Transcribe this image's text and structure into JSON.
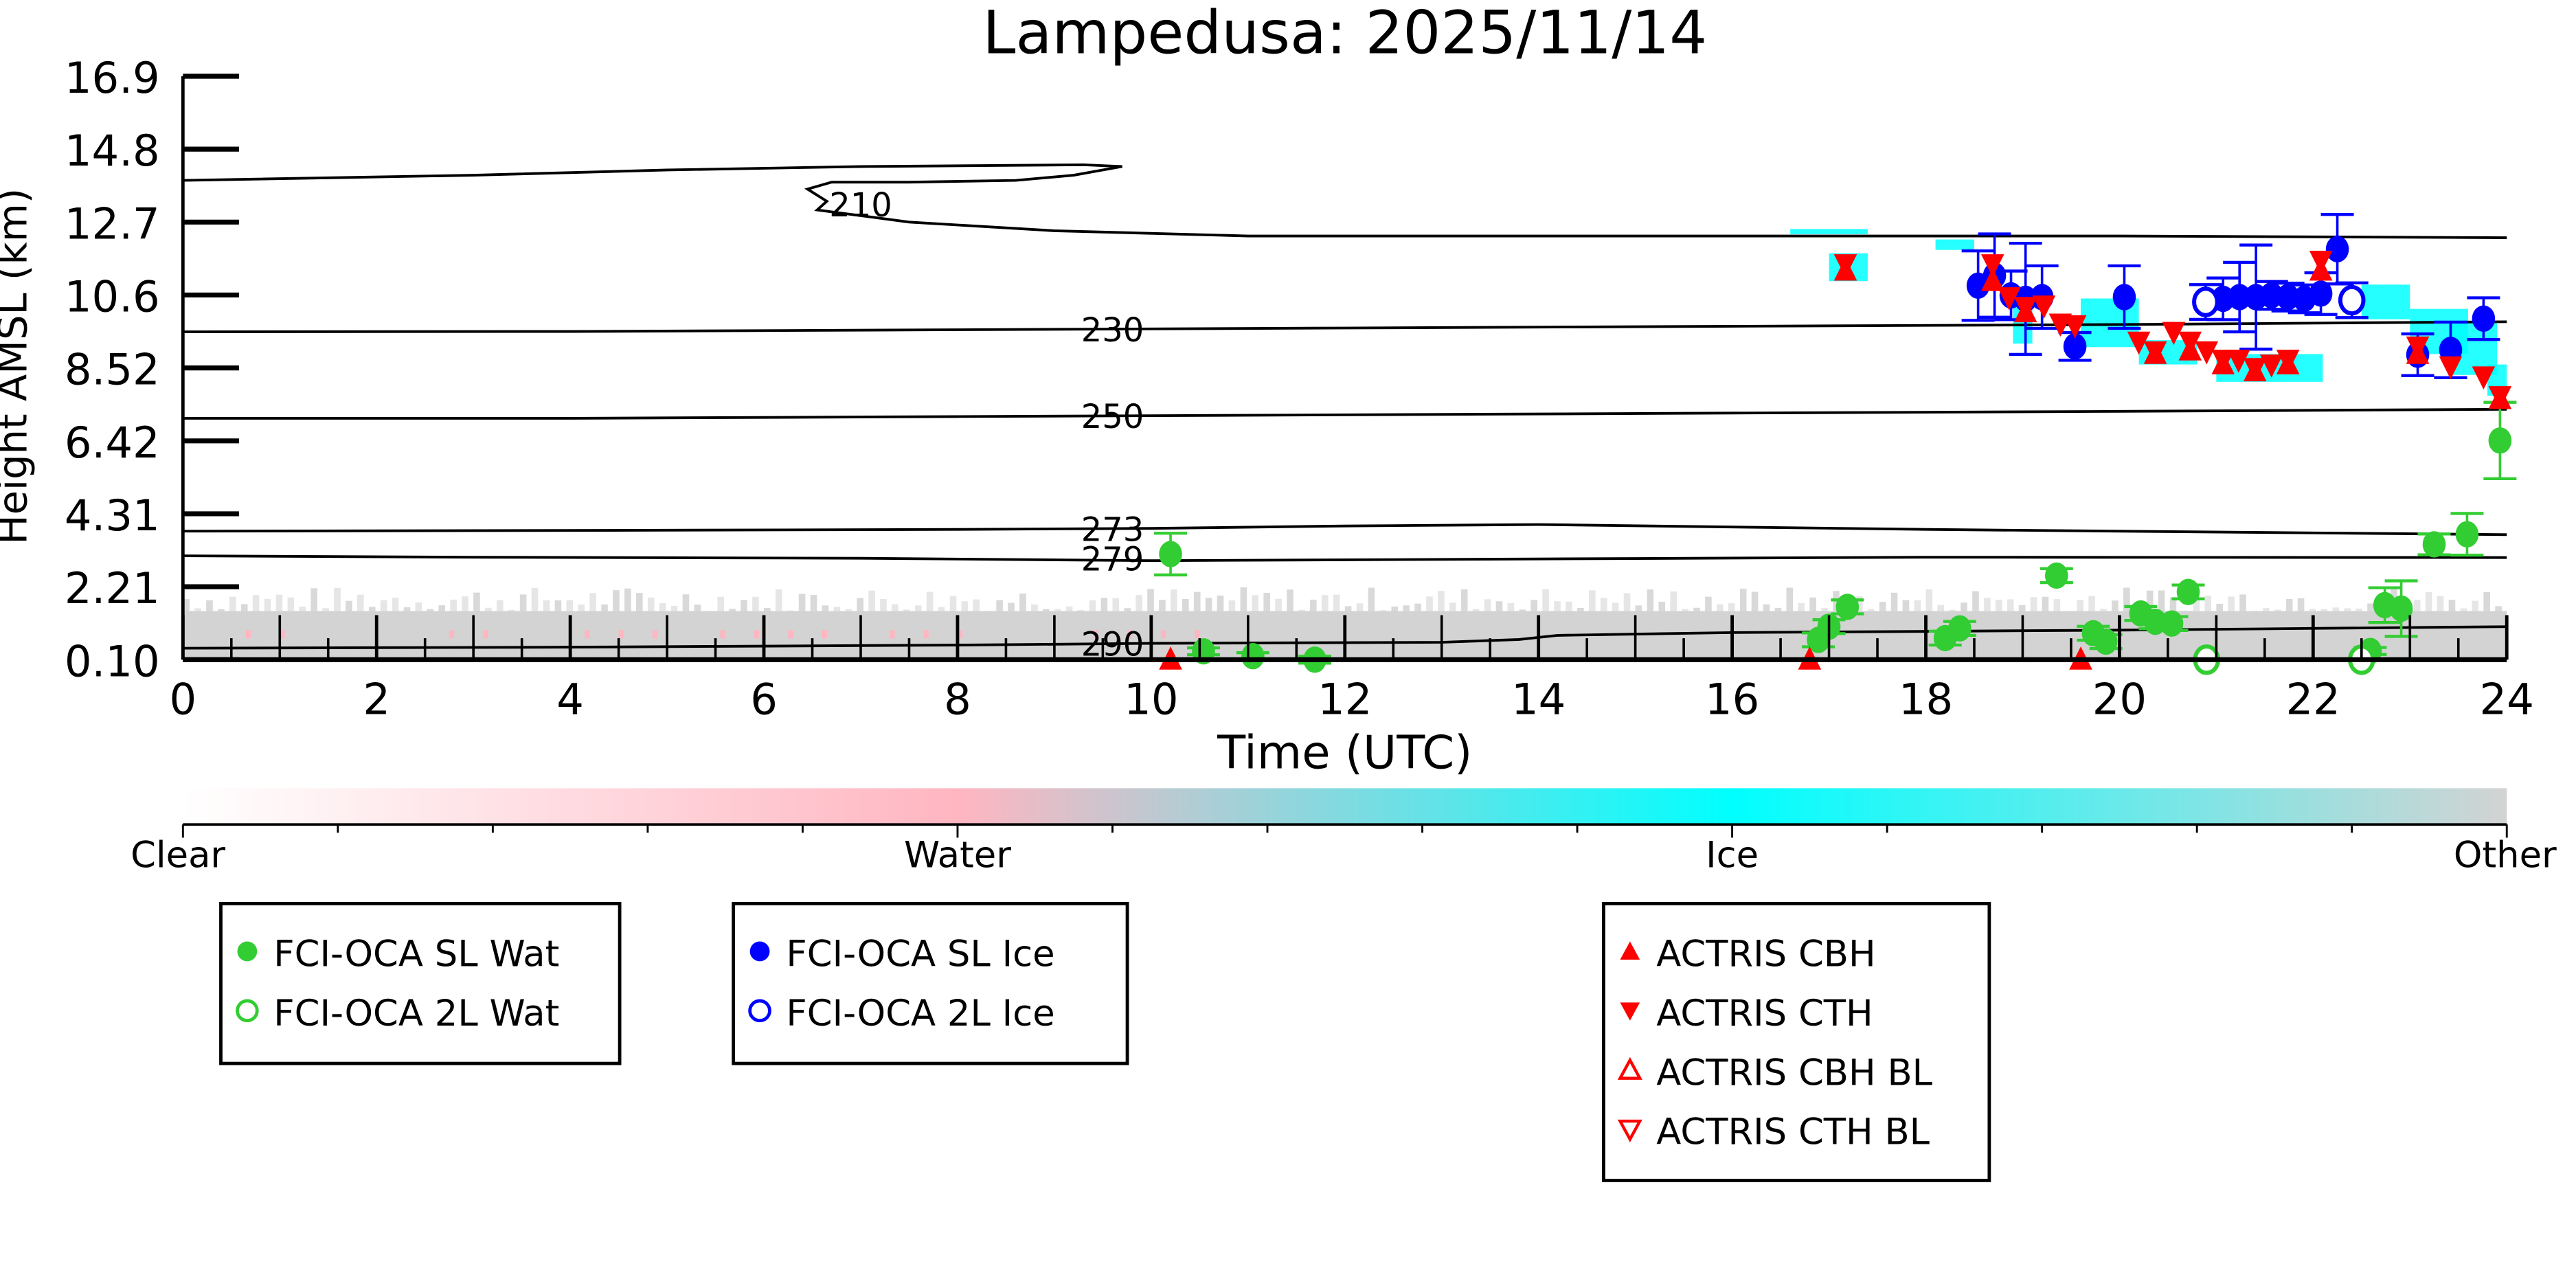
{
  "chart_data": {
    "type": "scatter",
    "title": "Lampedusa: 2025/11/14",
    "xlabel": "Time (UTC)",
    "ylabel": "Height AMSL (km)",
    "xlim": [
      0,
      24
    ],
    "ylim": [
      0.1,
      16.9
    ],
    "xticks": [
      "0",
      "2",
      "4",
      "6",
      "8",
      "10",
      "12",
      "14",
      "16",
      "18",
      "20",
      "22",
      "24"
    ],
    "yticks": [
      "0.10",
      "2.21",
      "4.31",
      "6.42",
      "8.52",
      "10.6",
      "12.7",
      "14.8",
      "16.9"
    ],
    "colorbar": {
      "labels": [
        "Clear",
        "Water",
        "Ice",
        "Other"
      ],
      "colors": [
        "#ffffff",
        "#ffb6c1",
        "#00ffff",
        "#d3d3d3"
      ]
    },
    "contours": [
      {
        "label": "210",
        "label_at": [
          7.0,
          13.2
        ],
        "points": [
          [
            0,
            13.9
          ],
          [
            3,
            14.05
          ],
          [
            5,
            14.2
          ],
          [
            7,
            14.3
          ],
          [
            9.3,
            14.35
          ],
          [
            9.7,
            14.3
          ],
          [
            9.2,
            14.05
          ],
          [
            8.6,
            13.9
          ],
          [
            7.5,
            13.85
          ],
          [
            6.7,
            13.85
          ],
          [
            6.45,
            13.65
          ],
          [
            6.65,
            13.3
          ],
          [
            6.55,
            13.05
          ],
          [
            7.5,
            12.7
          ],
          [
            9,
            12.45
          ],
          [
            11,
            12.3
          ],
          [
            14,
            12.3
          ],
          [
            17,
            12.3
          ],
          [
            20,
            12.3
          ],
          [
            24,
            12.25
          ]
        ]
      },
      {
        "label": "230",
        "label_at": [
          9.6,
          9.6
        ],
        "points": [
          [
            0,
            9.54
          ],
          [
            4,
            9.55
          ],
          [
            8,
            9.6
          ],
          [
            12,
            9.65
          ],
          [
            16,
            9.7
          ],
          [
            20,
            9.75
          ],
          [
            24,
            9.83
          ]
        ]
      },
      {
        "label": "250",
        "label_at": [
          9.6,
          7.1
        ],
        "points": [
          [
            0,
            7.05
          ],
          [
            4,
            7.05
          ],
          [
            8,
            7.1
          ],
          [
            12,
            7.15
          ],
          [
            16,
            7.2
          ],
          [
            20,
            7.25
          ],
          [
            24,
            7.31
          ]
        ]
      },
      {
        "label": "273",
        "label_at": [
          9.6,
          3.85
        ],
        "points": [
          [
            0,
            3.8
          ],
          [
            4,
            3.82
          ],
          [
            8,
            3.85
          ],
          [
            10,
            3.88
          ],
          [
            12,
            3.95
          ],
          [
            14,
            3.99
          ],
          [
            18,
            3.85
          ],
          [
            22,
            3.75
          ],
          [
            24,
            3.7
          ]
        ]
      },
      {
        "label": "279",
        "label_at": [
          9.6,
          3.0
        ],
        "points": [
          [
            0,
            3.09
          ],
          [
            3,
            3.05
          ],
          [
            7,
            3.02
          ],
          [
            10,
            2.95
          ],
          [
            14,
            3.0
          ],
          [
            18,
            3.05
          ],
          [
            24,
            3.04
          ]
        ]
      },
      {
        "label": "290",
        "label_at": [
          9.6,
          0.55
        ],
        "points": [
          [
            0,
            0.43
          ],
          [
            4,
            0.46
          ],
          [
            8,
            0.52
          ],
          [
            10,
            0.57
          ],
          [
            13,
            0.6
          ],
          [
            13.8,
            0.68
          ],
          [
            14.2,
            0.8
          ],
          [
            16,
            0.88
          ],
          [
            20,
            0.95
          ],
          [
            24,
            1.05
          ]
        ]
      }
    ],
    "series": [
      {
        "name": "FCI-OCA SL Wat",
        "color": "#32cd32",
        "marker": "circle",
        "filled": true,
        "points": [
          [
            10.2,
            3.14,
            0.6
          ],
          [
            10.54,
            0.34,
            0.1
          ],
          [
            11.05,
            0.2,
            0.1
          ],
          [
            11.69,
            0.1,
            0.1
          ],
          [
            16.89,
            0.67,
            0.2
          ],
          [
            17.0,
            1.05,
            0.2
          ],
          [
            17.19,
            1.62,
            0.2
          ],
          [
            18.2,
            0.72,
            0.2
          ],
          [
            18.35,
            1.0,
            0.2
          ],
          [
            19.35,
            2.52,
            0.2
          ],
          [
            19.73,
            0.86,
            0.2
          ],
          [
            19.86,
            0.62,
            0.2
          ],
          [
            20.22,
            1.43,
            0.2
          ],
          [
            20.37,
            1.19,
            0.2
          ],
          [
            20.54,
            1.14,
            0.2
          ],
          [
            20.71,
            2.05,
            0.2
          ],
          [
            22.59,
            0.35,
            0.1
          ],
          [
            22.74,
            1.67,
            0.5
          ],
          [
            22.91,
            1.57,
            0.8
          ],
          [
            23.25,
            3.42,
            0.3
          ],
          [
            23.59,
            3.71,
            0.6
          ],
          [
            23.93,
            6.41,
            1.1
          ]
        ]
      },
      {
        "name": "FCI-OCA 2L Wat",
        "color": "#32cd32",
        "marker": "circle",
        "filled": false,
        "points": [
          [
            20.9,
            0.1,
            0.0
          ],
          [
            22.5,
            0.1,
            0.0
          ]
        ]
      },
      {
        "name": "FCI-OCA SL Ice",
        "color": "#0000ff",
        "marker": "circle",
        "filled": true,
        "points": [
          [
            18.54,
            10.87,
            1.0
          ],
          [
            18.71,
            11.16,
            1.2
          ],
          [
            18.88,
            10.59,
            0.7
          ],
          [
            19.03,
            10.49,
            1.6
          ],
          [
            19.2,
            10.54,
            0.9
          ],
          [
            19.54,
            9.12,
            0.4
          ],
          [
            20.05,
            10.54,
            0.9
          ],
          [
            21.07,
            10.49,
            0.6
          ],
          [
            21.24,
            10.54,
            1.0
          ],
          [
            21.41,
            10.54,
            1.5
          ],
          [
            21.57,
            10.59,
            0.4
          ],
          [
            21.74,
            10.54,
            0.4
          ],
          [
            21.91,
            10.49,
            0.4
          ],
          [
            22.08,
            10.64,
            0.6
          ],
          [
            22.25,
            11.92,
            1.0
          ],
          [
            23.08,
            8.88,
            0.6
          ],
          [
            23.42,
            9.02,
            0.8
          ],
          [
            23.76,
            9.92,
            0.6
          ]
        ]
      },
      {
        "name": "FCI-OCA 2L Ice",
        "color": "#0000ff",
        "marker": "circle",
        "filled": false,
        "points": [
          [
            20.89,
            10.4,
            0.5
          ],
          [
            22.4,
            10.45,
            0.5
          ]
        ]
      },
      {
        "name": "ACTRIS CBH",
        "color": "#ff0000",
        "marker": "triangle-up",
        "filled": true,
        "points": [
          [
            10.2,
            0.1
          ],
          [
            16.8,
            0.1
          ],
          [
            17.17,
            11.3
          ],
          [
            18.69,
            11.0
          ],
          [
            19.03,
            10.1
          ],
          [
            19.6,
            0.1
          ],
          [
            20.37,
            8.9
          ],
          [
            20.73,
            9.0
          ],
          [
            21.07,
            8.6
          ],
          [
            21.4,
            8.4
          ],
          [
            21.74,
            8.6
          ],
          [
            22.08,
            11.3
          ],
          [
            23.08,
            8.9
          ],
          [
            23.93,
            7.6
          ]
        ]
      },
      {
        "name": "ACTRIS CTH",
        "color": "#ff0000",
        "marker": "triangle-down",
        "filled": true,
        "points": [
          [
            17.17,
            11.49
          ],
          [
            18.69,
            11.49
          ],
          [
            18.86,
            10.54
          ],
          [
            19.03,
            10.26
          ],
          [
            19.22,
            10.3
          ],
          [
            19.39,
            9.78
          ],
          [
            19.54,
            9.73
          ],
          [
            20.2,
            9.26
          ],
          [
            20.37,
            8.98
          ],
          [
            20.56,
            9.54
          ],
          [
            20.73,
            9.26
          ],
          [
            20.9,
            8.98
          ],
          [
            21.07,
            8.74
          ],
          [
            21.23,
            8.74
          ],
          [
            21.4,
            8.5
          ],
          [
            21.57,
            8.6
          ],
          [
            21.74,
            8.74
          ],
          [
            22.08,
            11.59
          ],
          [
            23.08,
            9.12
          ],
          [
            23.42,
            8.55
          ],
          [
            23.76,
            8.26
          ],
          [
            23.93,
            7.69
          ]
        ]
      },
      {
        "name": "ACTRIS CBH BL",
        "color": "#ff0000",
        "marker": "triangle-up",
        "filled": false,
        "points": []
      },
      {
        "name": "ACTRIS CTH BL",
        "color": "#ff0000",
        "marker": "triangle-down",
        "filled": false,
        "points": []
      }
    ]
  }
}
